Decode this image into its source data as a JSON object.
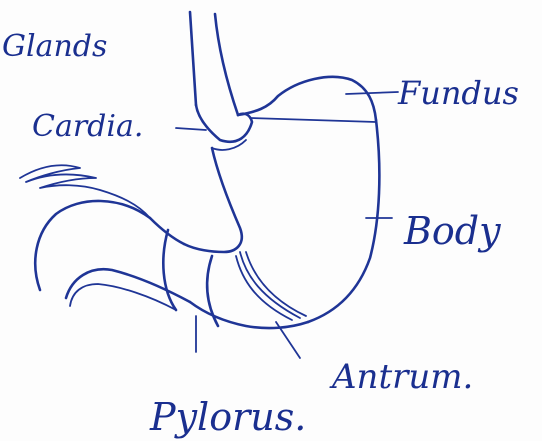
{
  "labels": {
    "glands": "Glands",
    "cardia": "Cardia.",
    "fundus": "Fundus",
    "body": "Body",
    "antrum": "Antrum.",
    "pylorus": "Pylorus."
  },
  "colors": {
    "ink": "#1f3596",
    "paper": "#fdfdfd"
  }
}
